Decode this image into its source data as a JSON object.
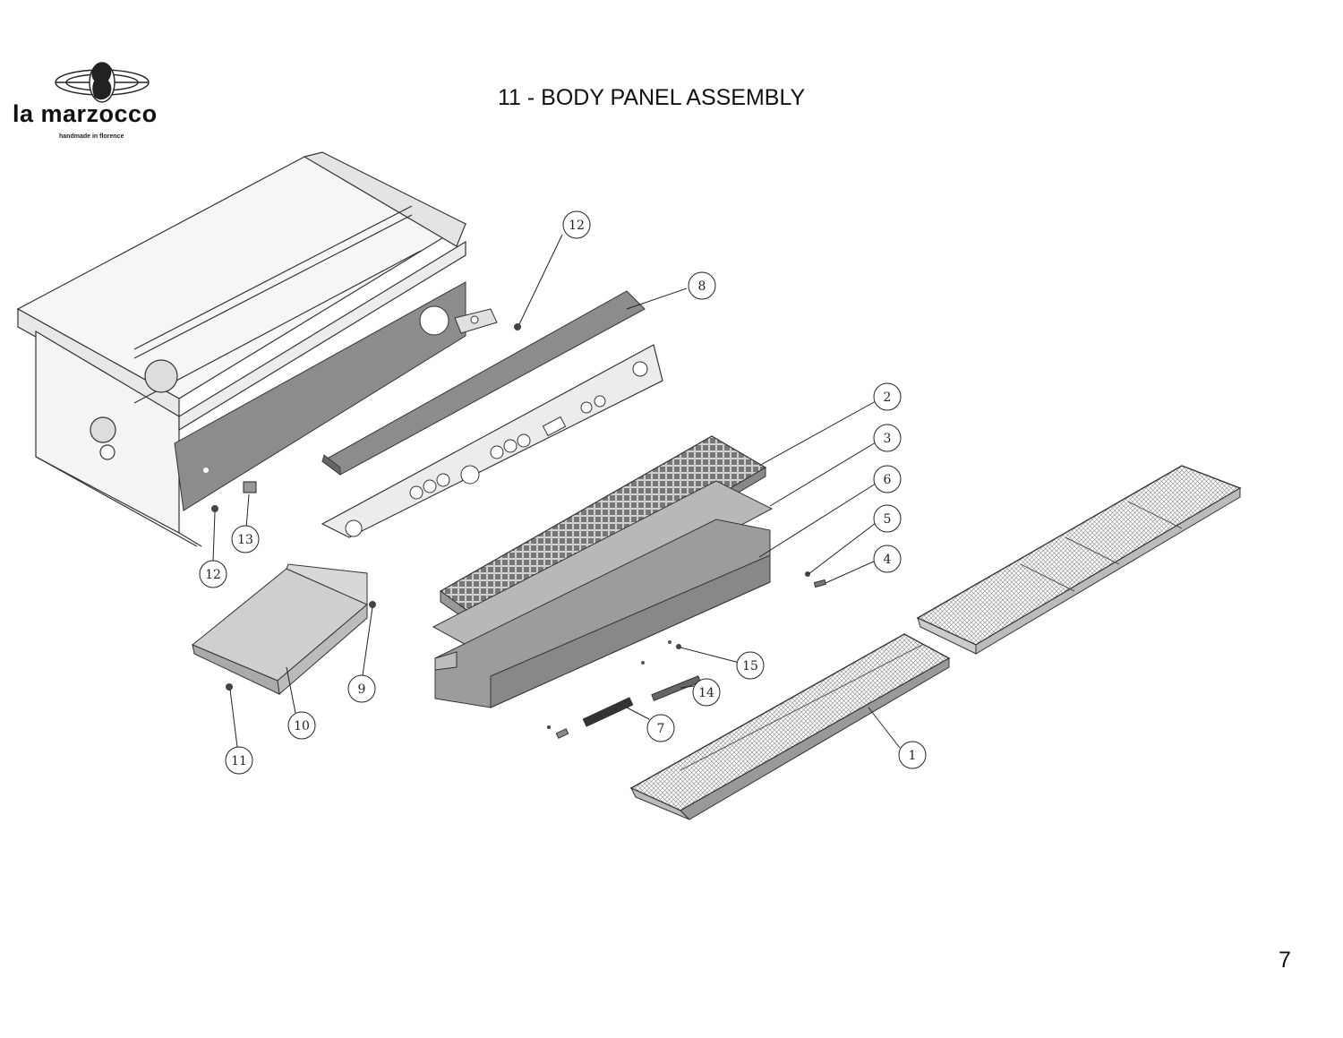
{
  "header": {
    "brand": "la marzocco",
    "tagline": "handmade in florence",
    "title": "11 - BODY PANEL ASSEMBLY"
  },
  "footer": {
    "page_number": "7"
  },
  "callouts": [
    "12",
    "8",
    "13",
    "12",
    "2",
    "3",
    "6",
    "5",
    "4",
    "9",
    "10",
    "11",
    "15",
    "14",
    "7",
    "1"
  ],
  "colors": {
    "ink": "#222222",
    "panel": "#8c8c8c",
    "panel_light": "#bdbdbd",
    "frame": "#f4f4f4"
  }
}
